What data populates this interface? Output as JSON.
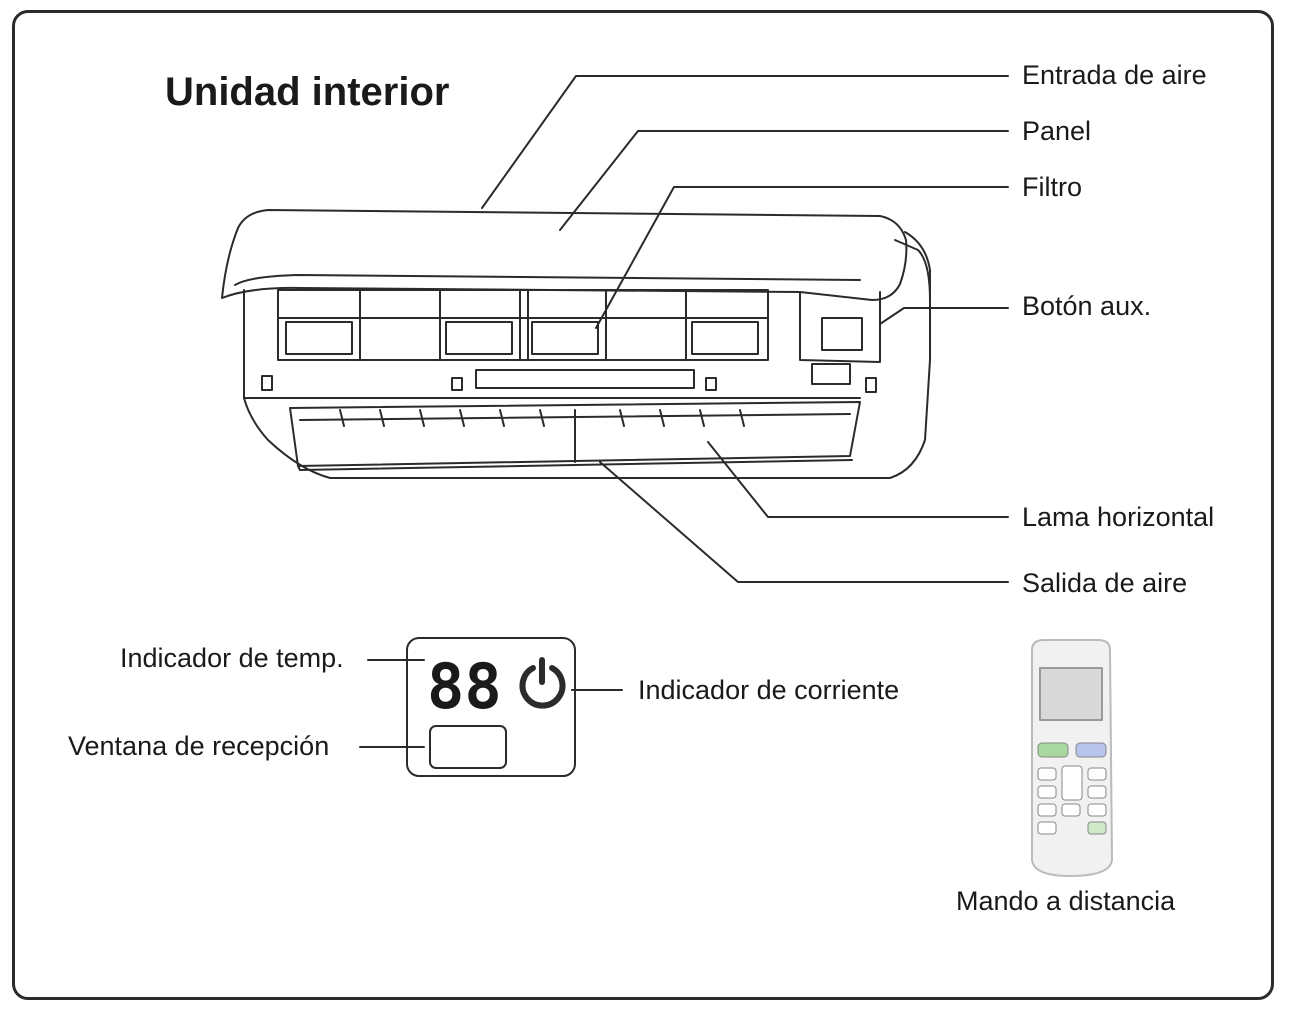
{
  "title": "Unidad interior",
  "callouts": {
    "air_inlet": "Entrada de aire",
    "panel": "Panel",
    "filter": "Filtro",
    "aux_button": "Botón aux.",
    "horizontal_louver": "Lama horizontal",
    "air_outlet": "Salida de aire",
    "temp_indicator": "Indicador de temp.",
    "power_indicator": "Indicador de corriente",
    "receiver_window": "Ventana de recepción",
    "remote_control": "Mando a distancia"
  },
  "display": {
    "digits": "88",
    "power_icon": "power-icon"
  },
  "colors": {
    "line": "#2b2b2b",
    "remote_body": "#f1f1f1",
    "remote_screen": "#d9d9d9",
    "remote_green_button": "#a8d8a0",
    "remote_blue_button": "#b9c4ec"
  }
}
